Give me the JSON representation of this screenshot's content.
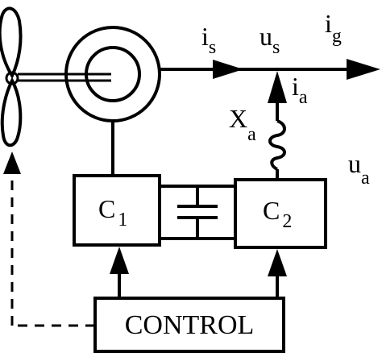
{
  "diagram": {
    "labels": {
      "is": {
        "main": "i",
        "sub": "s"
      },
      "us": {
        "main": "u",
        "sub": "s"
      },
      "ig": {
        "main": "i",
        "sub": "g"
      },
      "ia": {
        "main": "i",
        "sub": "a"
      },
      "xa": {
        "main": "X",
        "sub": "a"
      },
      "ua": {
        "main": "u",
        "sub": "a"
      },
      "c1": {
        "main": "C",
        "sub": "1"
      },
      "c2": {
        "main": "C",
        "sub": "2"
      },
      "control": "CONTROL"
    },
    "colors": {
      "stroke": "#000000",
      "background": "#ffffff"
    }
  }
}
